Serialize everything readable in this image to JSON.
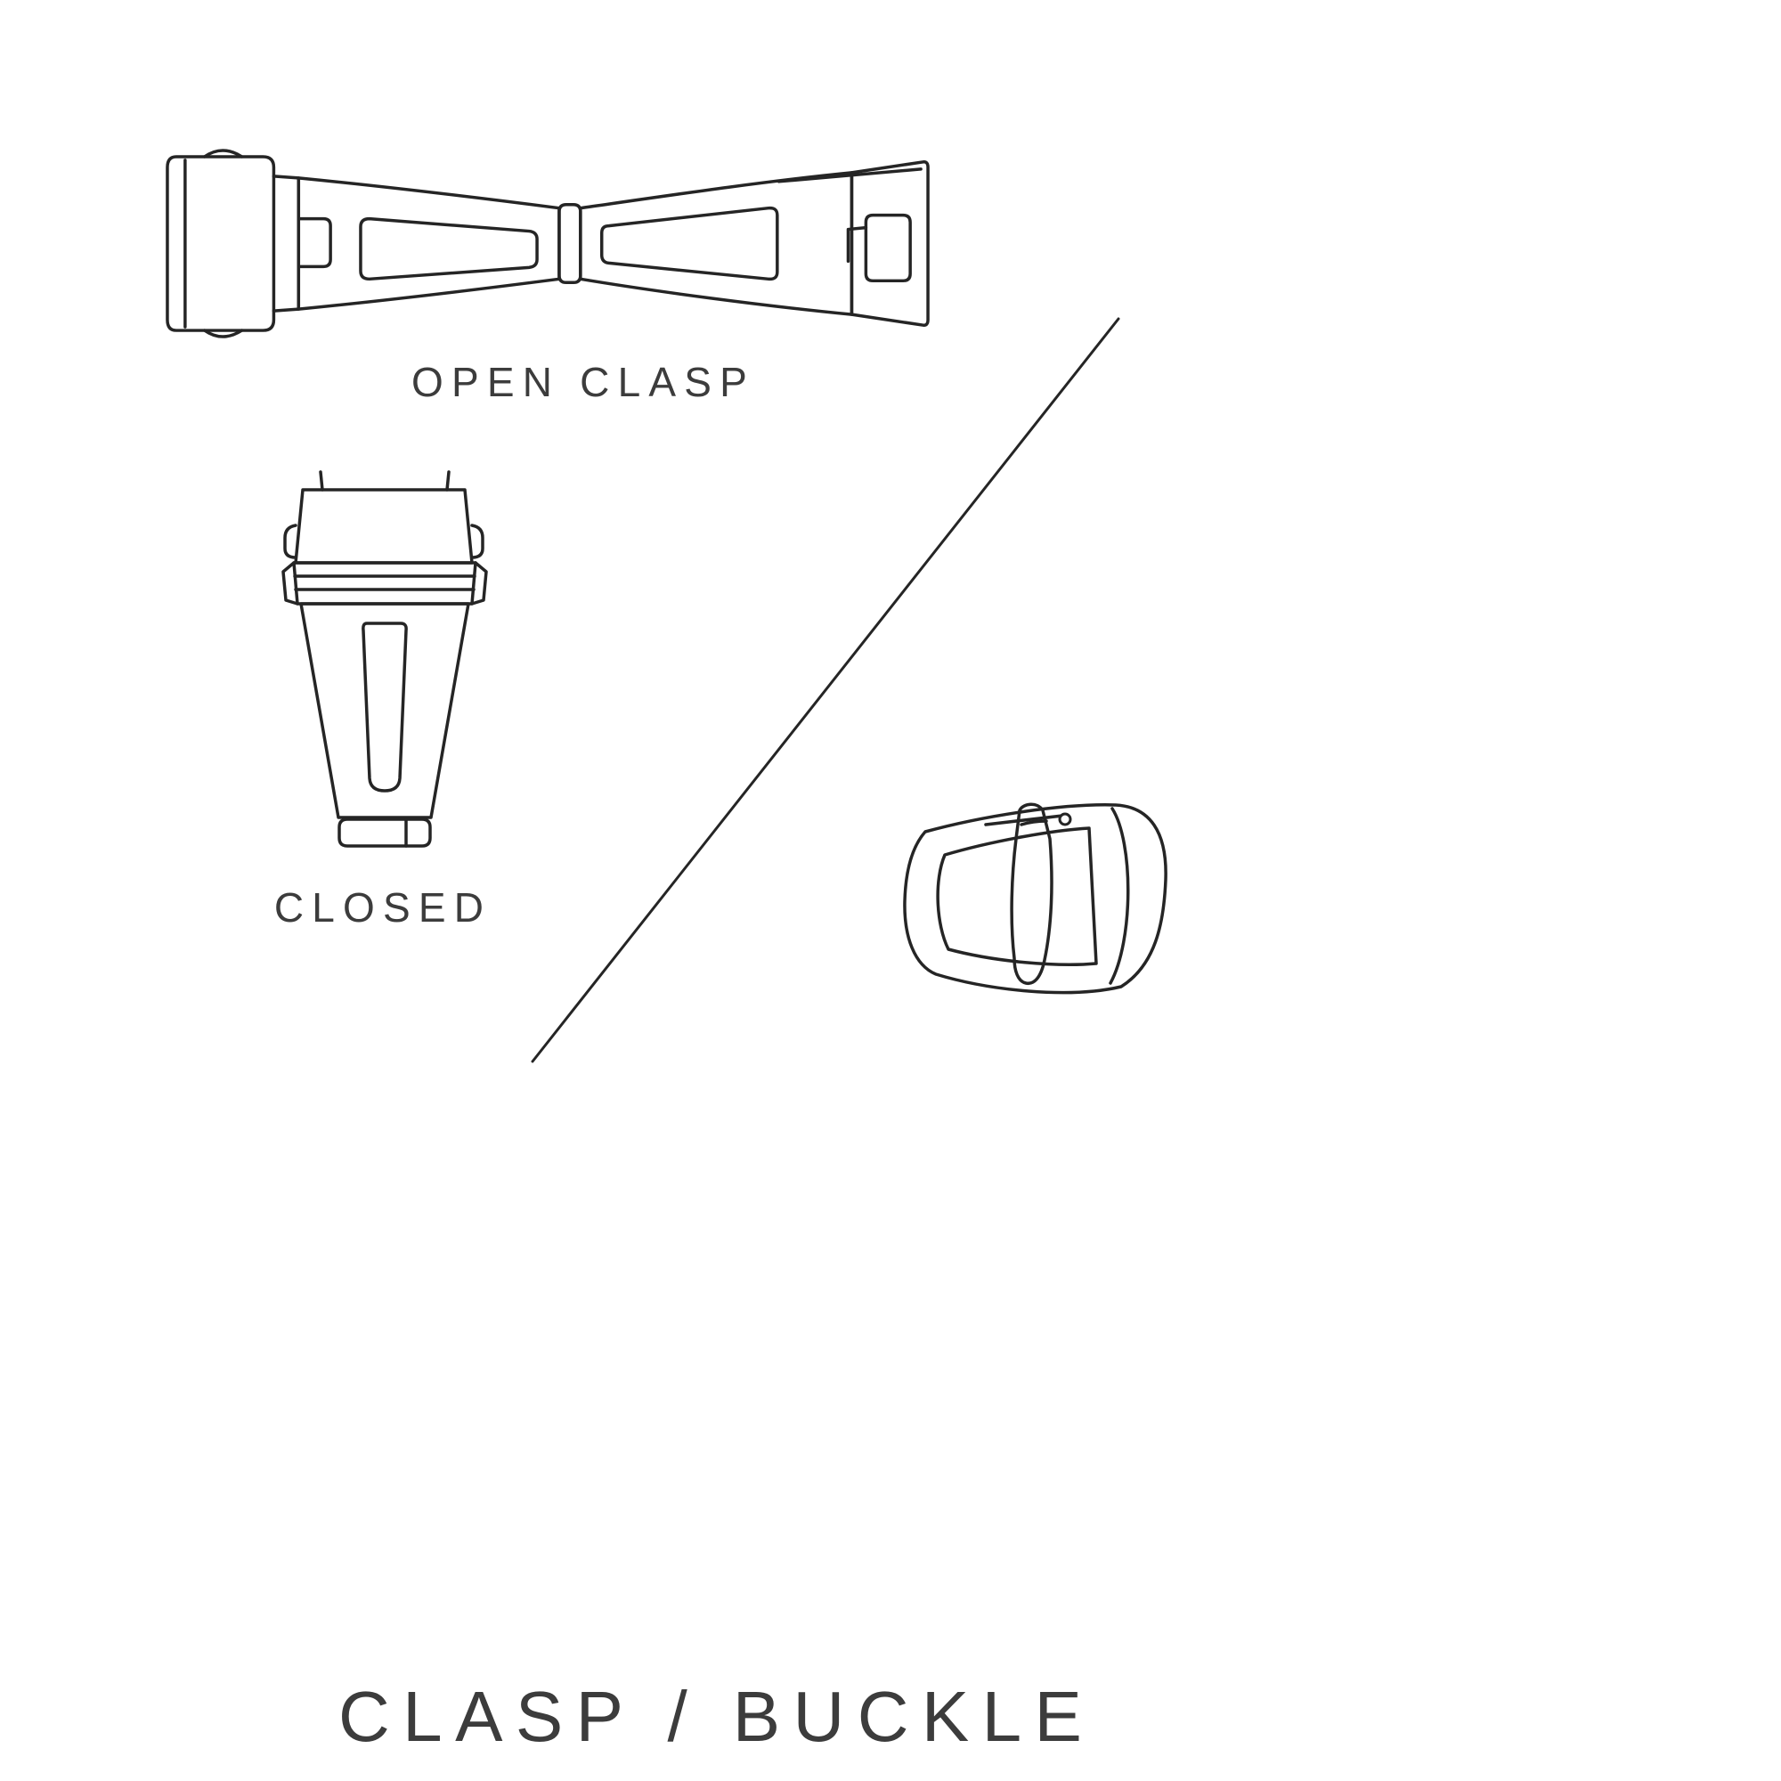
{
  "page": {
    "background": "#ffffff",
    "stroke_color": "#252525",
    "text_color": "#3c3c3c"
  },
  "figures": {
    "open_clasp": {
      "label": "OPEN CLASP",
      "icon": "watch-deployant-clasp-open-illustration"
    },
    "closed_clasp": {
      "label": "CLOSED",
      "icon": "watch-deployant-clasp-closed-illustration"
    },
    "buckle": {
      "icon": "watch-tang-buckle-illustration"
    },
    "divider": {
      "icon": "diagonal-divider-line"
    }
  },
  "title": "CLASP / BUCKLE"
}
